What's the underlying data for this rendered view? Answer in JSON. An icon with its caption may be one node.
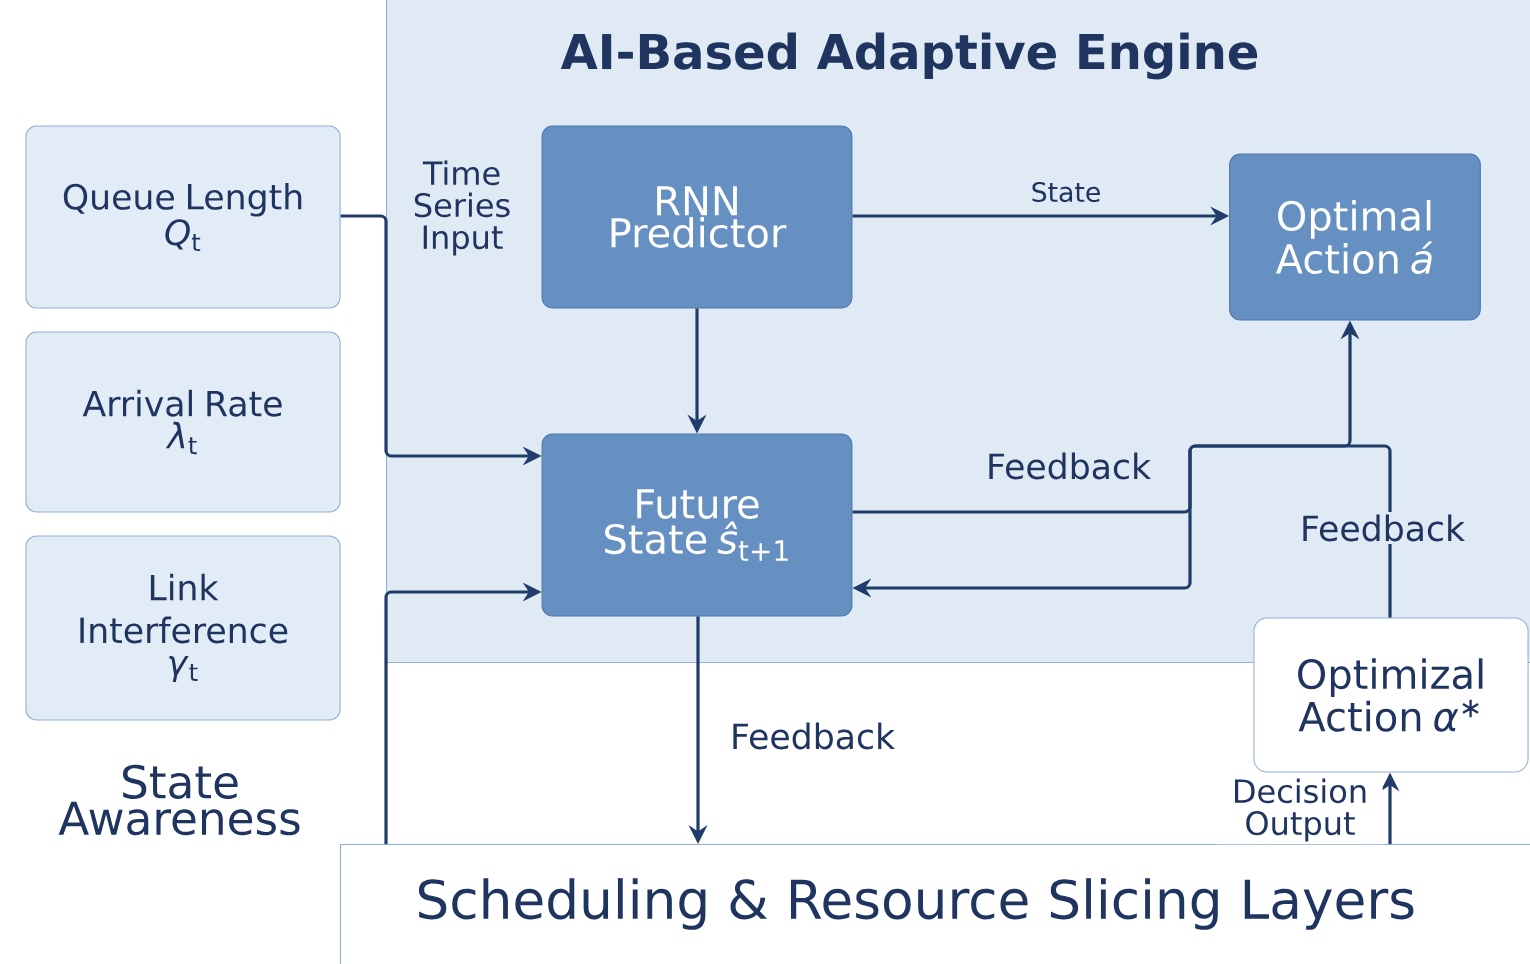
{
  "diagram": {
    "nodes": [
      {
        "text": [
          "AI-Based Adaptive Engine"
        ]
      },
      {
        "text": [
          "Queue Length",
          "*Q*$_{t}$"
        ]
      },
      {
        "text": [
          "Arrival Rate",
          "*λ*$_{t}$"
        ]
      },
      {
        "text": [
          "Link Interference",
          "*γ*$_{t}$"
        ]
      },
      {
        "text": [
          "RNN Predictor"
        ],
        "in": 0
      },
      {
        "text": [
          "Optimal Action *á*"
        ],
        "in": 0
      },
      {
        "text": [
          "Future State *ŝ*$_{t+1}$"
        ],
        "in": 0
      },
      {
        "text": [
          "Optimizal Action *α*$^{∗}$"
        ]
      },
      {
        "text": [
          "Scheduling & Resource Slicing Layers"
        ]
      }
    ],
    "edges": [
      {
        "from": 1,
        "to": 6,
        "arrow": "to"
      },
      {
        "from": 8,
        "to": 6,
        "arrow": "to"
      },
      {
        "from": 4,
        "to": 5,
        "arrow": "to",
        "label": "State"
      },
      {
        "from": 4,
        "to": 6,
        "arrow": "to"
      },
      {
        "from": 6,
        "to": 5,
        "arrow": "to",
        "label": "Feedback"
      },
      {
        "from": 7,
        "to": 6,
        "arrow": "to",
        "label": "Feedback"
      },
      {
        "from": 6,
        "to": 8,
        "arrow": "to",
        "label": "Feedback"
      },
      {
        "from": 8,
        "to": 7,
        "arrow": "to",
        "label": "Decision Output"
      }
    ],
    "labels": [
      "Time Series Input",
      "State Awareness"
    ]
  }
}
